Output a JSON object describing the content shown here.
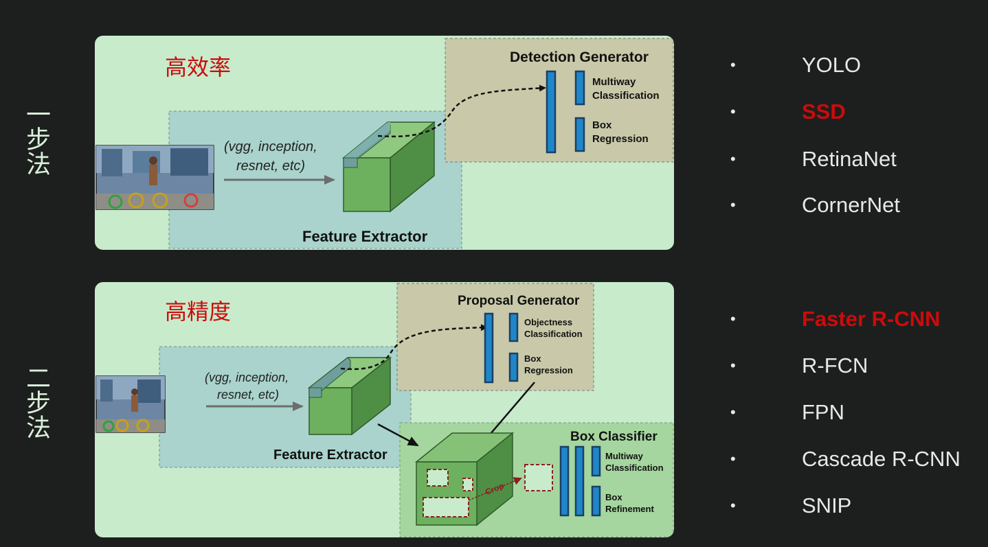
{
  "side_labels": {
    "top": "一步法",
    "bottom": "二步法"
  },
  "one_stage": {
    "title": "高效率",
    "backbones": "(vgg, inception,\nresnet, etc)",
    "backbones_line1": "(vgg, inception,",
    "backbones_line2": "resnet, etc)",
    "feature_extractor": "Feature Extractor",
    "detection_generator": "Detection Generator",
    "multiway_1": "Multiway",
    "multiway_2": "Classification",
    "box_1": "Box",
    "box_2": "Regression"
  },
  "two_stage": {
    "title": "高精度",
    "backbones_line1": "(vgg, inception,",
    "backbones_line2": "resnet, etc)",
    "feature_extractor": "Feature Extractor",
    "proposal_generator": "Proposal Generator",
    "objectness_1": "Objectness",
    "objectness_2": "Classification",
    "box_1": "Box",
    "box_2": "Regression",
    "box_classifier": "Box Classifier",
    "multiway_1": "Multiway",
    "multiway_2": "Classification",
    "refine_1": "Box",
    "refine_2": "Refinement",
    "crop": "Crop"
  },
  "one_stage_methods": [
    {
      "label": "YOLO",
      "highlight": false
    },
    {
      "label": "SSD",
      "highlight": true
    },
    {
      "label": "RetinaNet",
      "highlight": false
    },
    {
      "label": "CornerNet",
      "highlight": false
    }
  ],
  "two_stage_methods": [
    {
      "label": "Faster R-CNN",
      "highlight": true
    },
    {
      "label": "R-FCN",
      "highlight": false
    },
    {
      "label": "FPN",
      "highlight": false
    },
    {
      "label": "Cascade R-CNN",
      "highlight": false
    },
    {
      "label": "SNIP",
      "highlight": false
    }
  ],
  "bullet_symbol": "•",
  "colors": {
    "background": "#1d1f1e",
    "highlight": "#cc0b0b",
    "panel": "#c8ebcc",
    "feature_box": "#a9d3cc",
    "generator_box": "#c9c9a9",
    "classifier_box": "#a5d69f",
    "cube": "#5ea650",
    "bar": "#1f86c8"
  }
}
